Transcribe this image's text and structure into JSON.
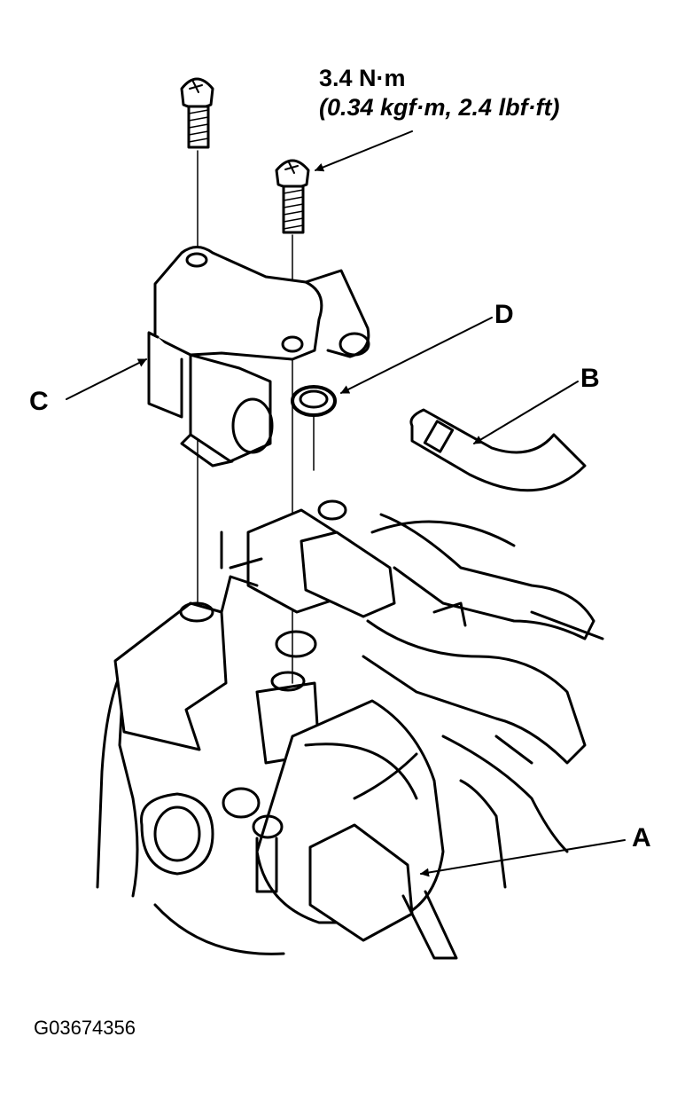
{
  "torque_spec": {
    "line1": "3.4 N·m",
    "line2": "(0.34 kgf·m, 2.4 lbf·ft)"
  },
  "callouts": {
    "a": "A",
    "b": "B",
    "c": "C",
    "d": "D"
  },
  "figure_id": "G03674356",
  "colors": {
    "ink": "#000000",
    "background": "#ffffff"
  }
}
